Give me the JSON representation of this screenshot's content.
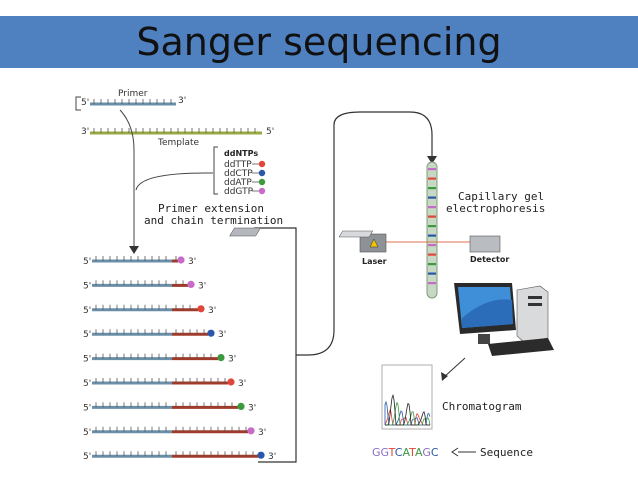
{
  "title": "Sanger sequencing",
  "primer": {
    "label": "Primer",
    "end5": "5'",
    "end3": "3'"
  },
  "template": {
    "label": "Template",
    "end3": "3'",
    "end5": "5'"
  },
  "ddntps": {
    "header": "ddNTPs",
    "items": [
      {
        "label": "ddTTP",
        "color": "#e0463a"
      },
      {
        "label": "ddCTP",
        "color": "#2a57a8"
      },
      {
        "label": "ddATP",
        "color": "#3c9a3c"
      },
      {
        "label": "ddGTP",
        "color": "#c86bc8"
      }
    ]
  },
  "step_label": {
    "line1": "Primer extension",
    "line2": "and chain termination"
  },
  "fragments": {
    "end5": "5'",
    "end3": "3'",
    "items": [
      {
        "ddntp": "ddGTP",
        "color": "#c86bc8"
      },
      {
        "ddntp": "ddGTP",
        "color": "#c86bc8"
      },
      {
        "ddntp": "ddTTP",
        "color": "#e0463a"
      },
      {
        "ddntp": "ddCTP",
        "color": "#2a57a8"
      },
      {
        "ddntp": "ddATP",
        "color": "#3c9a3c"
      },
      {
        "ddntp": "ddTTP",
        "color": "#e0463a"
      },
      {
        "ddntp": "ddATP",
        "color": "#3c9a3c"
      },
      {
        "ddntp": "ddGTP",
        "color": "#c86bc8"
      },
      {
        "ddntp": "ddCTP",
        "color": "#2a57a8"
      }
    ]
  },
  "capillary_label": {
    "line1": "Capillary gel",
    "line2": "electrophoresis"
  },
  "laser_label": "Laser",
  "detector_label": "Detector",
  "chromatogram_label": "Chromatogram",
  "sequence": {
    "label": "Sequence",
    "bases": [
      {
        "b": "G",
        "color": "#8a6fbf"
      },
      {
        "b": "G",
        "color": "#8a6fbf"
      },
      {
        "b": "T",
        "color": "#e0463a"
      },
      {
        "b": "C",
        "color": "#2a57a8"
      },
      {
        "b": "A",
        "color": "#3c9a3c"
      },
      {
        "b": "T",
        "color": "#e0463a"
      },
      {
        "b": "A",
        "color": "#3c9a3c"
      },
      {
        "b": "G",
        "color": "#8a6fbf"
      },
      {
        "b": "C",
        "color": "#2a57a8"
      }
    ]
  }
}
